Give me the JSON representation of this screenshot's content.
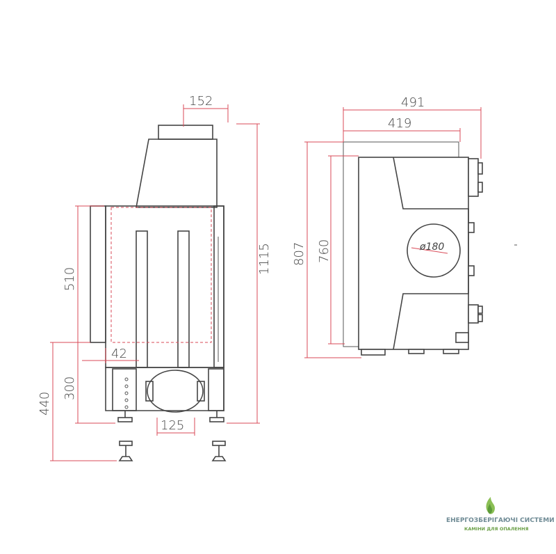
{
  "dimensions": {
    "front_top_flue_width": "152",
    "front_total_height": "1115",
    "front_firebox_height": "510",
    "front_glass_offset": "42",
    "front_base_height": "300",
    "front_leg_height": "440",
    "front_outlet_width": "125",
    "side_total_depth": "491",
    "side_inner_depth": "419",
    "side_total_height": "807",
    "side_inner_height": "760",
    "side_flue_diameter": "ø180"
  },
  "brand": {
    "name": "ЕНЕРГОЗБЕРІГАЮЧІ СИСТЕМИ",
    "tagline": "КАМІНИ ДЛЯ ОПАЛЕННЯ"
  },
  "colors": {
    "dimension_line": "#d94a57",
    "outline": "#444444",
    "brand_text": "#6f8b95",
    "brand_accent": "#6ca048"
  },
  "icons": {
    "brand_logo": "flame-leaf-icon"
  }
}
